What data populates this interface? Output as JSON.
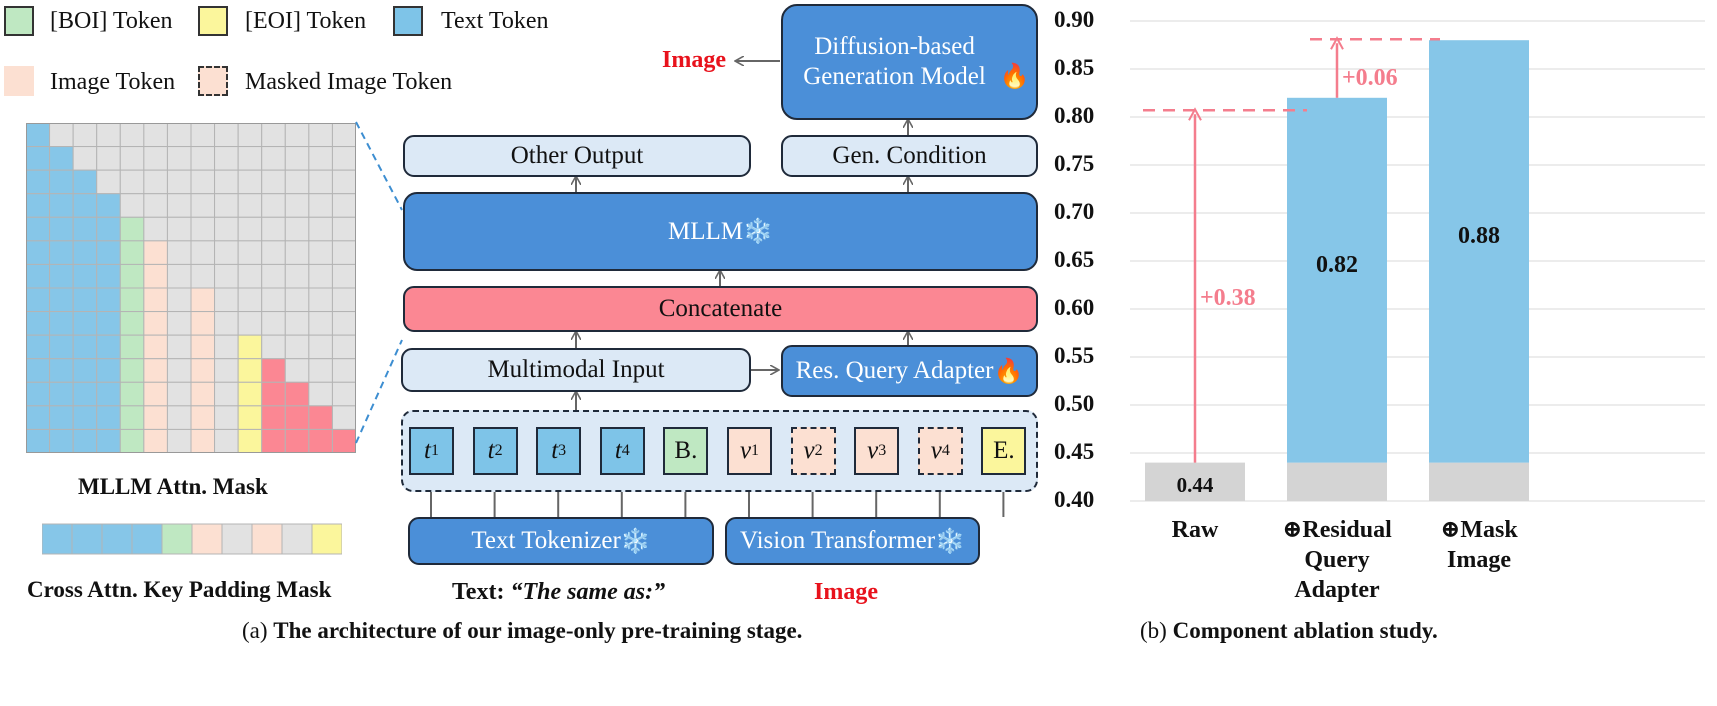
{
  "legend": {
    "boi": {
      "label": "[BOI] Token",
      "color": "#bfe8c2"
    },
    "eoi": {
      "label": "[EOI] Token",
      "color": "#fbf69c"
    },
    "text": {
      "label": "Text Token",
      "color": "#7ec4e8"
    },
    "image": {
      "label": "Image Token",
      "color": "#fce0d2"
    },
    "masked": {
      "label": "Masked Image Token",
      "color": "#fce0d2"
    }
  },
  "attn_mask": {
    "title": "MLLM Attn. Mask",
    "grid_size": 14,
    "colors": {
      "blue": "#86c6e8",
      "green": "#bfe8c2",
      "peach": "#fce0d2",
      "gray": "#e2e2e2",
      "yellow": "#fbf69c",
      "red": "#fb8793"
    }
  },
  "key_padding": {
    "title": "Cross Attn. Key Padding Mask",
    "cells": [
      "blue",
      "blue",
      "blue",
      "blue",
      "green",
      "peach",
      "gray",
      "peach",
      "gray",
      "yellow"
    ]
  },
  "arch": {
    "image_out": "Image",
    "diffusion": "Diffusion-based Generation Model",
    "other_output": "Other Output",
    "gen_condition": "Gen. Condition",
    "mllm": "MLLM",
    "concatenate": "Concatenate",
    "multimodal_input": "Multimodal Input",
    "adapter": "Res. Query Adapter",
    "tokens": [
      {
        "kind": "t",
        "base": "t",
        "sub": "1"
      },
      {
        "kind": "t",
        "base": "t",
        "sub": "2"
      },
      {
        "kind": "t",
        "base": "t",
        "sub": "3"
      },
      {
        "kind": "t",
        "base": "t",
        "sub": "4"
      },
      {
        "kind": "b",
        "base": "B.",
        "sub": ""
      },
      {
        "kind": "v",
        "base": "v",
        "sub": "1"
      },
      {
        "kind": "v masked",
        "base": "v",
        "sub": "2"
      },
      {
        "kind": "v",
        "base": "v",
        "sub": "3"
      },
      {
        "kind": "v masked",
        "base": "v",
        "sub": "4"
      },
      {
        "kind": "e",
        "base": "E.",
        "sub": ""
      }
    ],
    "text_tokenizer": "Text Tokenizer",
    "vision_transformer": "Vision Transformer",
    "text_input_label": "Text:",
    "text_input_value": "“The same as:”",
    "image_input": "Image",
    "icons": {
      "fire": "fire-icon",
      "snow": "snowflake-icon"
    }
  },
  "caption_a": {
    "prefix": "(a)",
    "text": "The architecture of our image-only pre-training stage."
  },
  "caption_b": {
    "prefix": "(b)",
    "text": "Component ablation study."
  },
  "chart_data": {
    "type": "bar",
    "categories": [
      "Raw",
      "⊕Residual Query Adapter",
      "⊕Mask Image"
    ],
    "category_lines": [
      [
        "Raw"
      ],
      [
        "⊕Residual",
        "Query",
        "Adapter"
      ],
      [
        "⊕Mask",
        "Image"
      ]
    ],
    "values": [
      0.44,
      0.82,
      0.88
    ],
    "value_labels": [
      "0.44",
      "0.82",
      "0.88"
    ],
    "ylim": [
      0.4,
      0.9
    ],
    "yticks": [
      "0.40",
      "0.45",
      "0.50",
      "0.55",
      "0.60",
      "0.65",
      "0.70",
      "0.75",
      "0.80",
      "0.85",
      "0.90"
    ],
    "gains": [
      "+0.38",
      "+0.06"
    ],
    "colors": {
      "base": "#d4d4d4",
      "bar": "#86c6e8",
      "annotation": "#f47d8d"
    },
    "grid": true
  }
}
